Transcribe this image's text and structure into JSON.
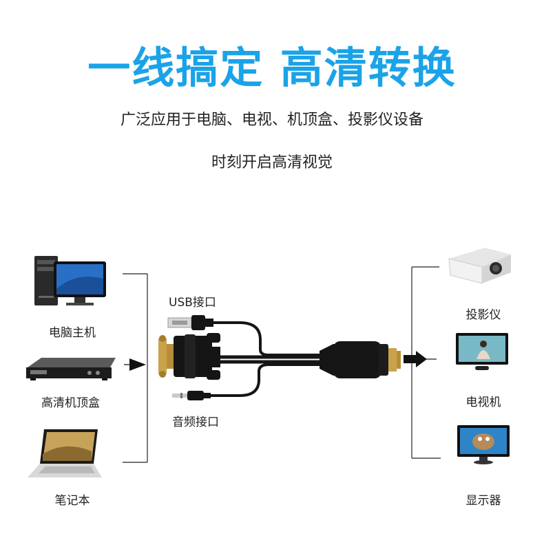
{
  "headline": "一线搞定 高清转换",
  "subtitle_line1": "广泛应用于电脑、电视、机顶盒、投影仪设备",
  "subtitle_line2": "时刻开启高清视觉",
  "sources": {
    "pc_label": "电脑主机",
    "stb_label": "高清机顶盒",
    "laptop_label": "笔记本"
  },
  "cable": {
    "usb_label": "USB接口",
    "audio_label": "音频接口"
  },
  "outputs": {
    "projector_label": "投影仪",
    "tv_label": "电视机",
    "monitor_label": "显示器"
  },
  "colors": {
    "headline": "#1aa3e8",
    "cable": "#151515",
    "gold": "#c9a24a"
  }
}
